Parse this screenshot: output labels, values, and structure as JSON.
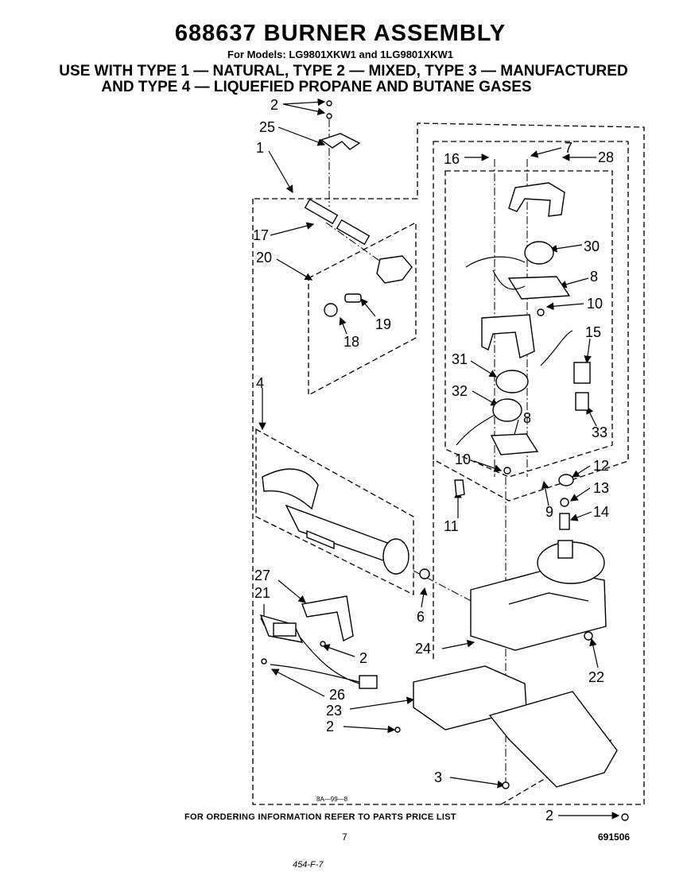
{
  "header": {
    "title": "688637 BURNER ASSEMBLY",
    "models": "For Models: LG9801XKW1 and 1LG9801XKW1",
    "use_line1": "USE WITH TYPE 1 — NATURAL, TYPE 2 — MIXED, TYPE 3 — MANUFACTURED",
    "use_line2": "AND TYPE 4 — LIQUEFIED PROPANE AND BUTANE GASES"
  },
  "callouts": {
    "c1": "1",
    "c2": "2",
    "c3": "3",
    "c4": "4",
    "c6": "6",
    "c7": "7",
    "c8": "8",
    "c9": "9",
    "c10": "10",
    "c11": "11",
    "c12": "12",
    "c13": "13",
    "c14": "14",
    "c15": "15",
    "c16": "16",
    "c17": "17",
    "c18": "18",
    "c19": "19",
    "c20": "20",
    "c21": "21",
    "c22": "22",
    "c23": "23",
    "c24": "24",
    "c25": "25",
    "c26": "26",
    "c27": "27",
    "c28": "28",
    "c30": "30",
    "c31": "31",
    "c32": "32",
    "c33": "33"
  },
  "drawing_code": "8A—99—8",
  "footer": {
    "ordering": "FOR ORDERING INFORMATION REFER TO PARTS PRICE LIST",
    "page_number": "7",
    "doc_number": "691506",
    "handwritten": "454-F-7"
  }
}
